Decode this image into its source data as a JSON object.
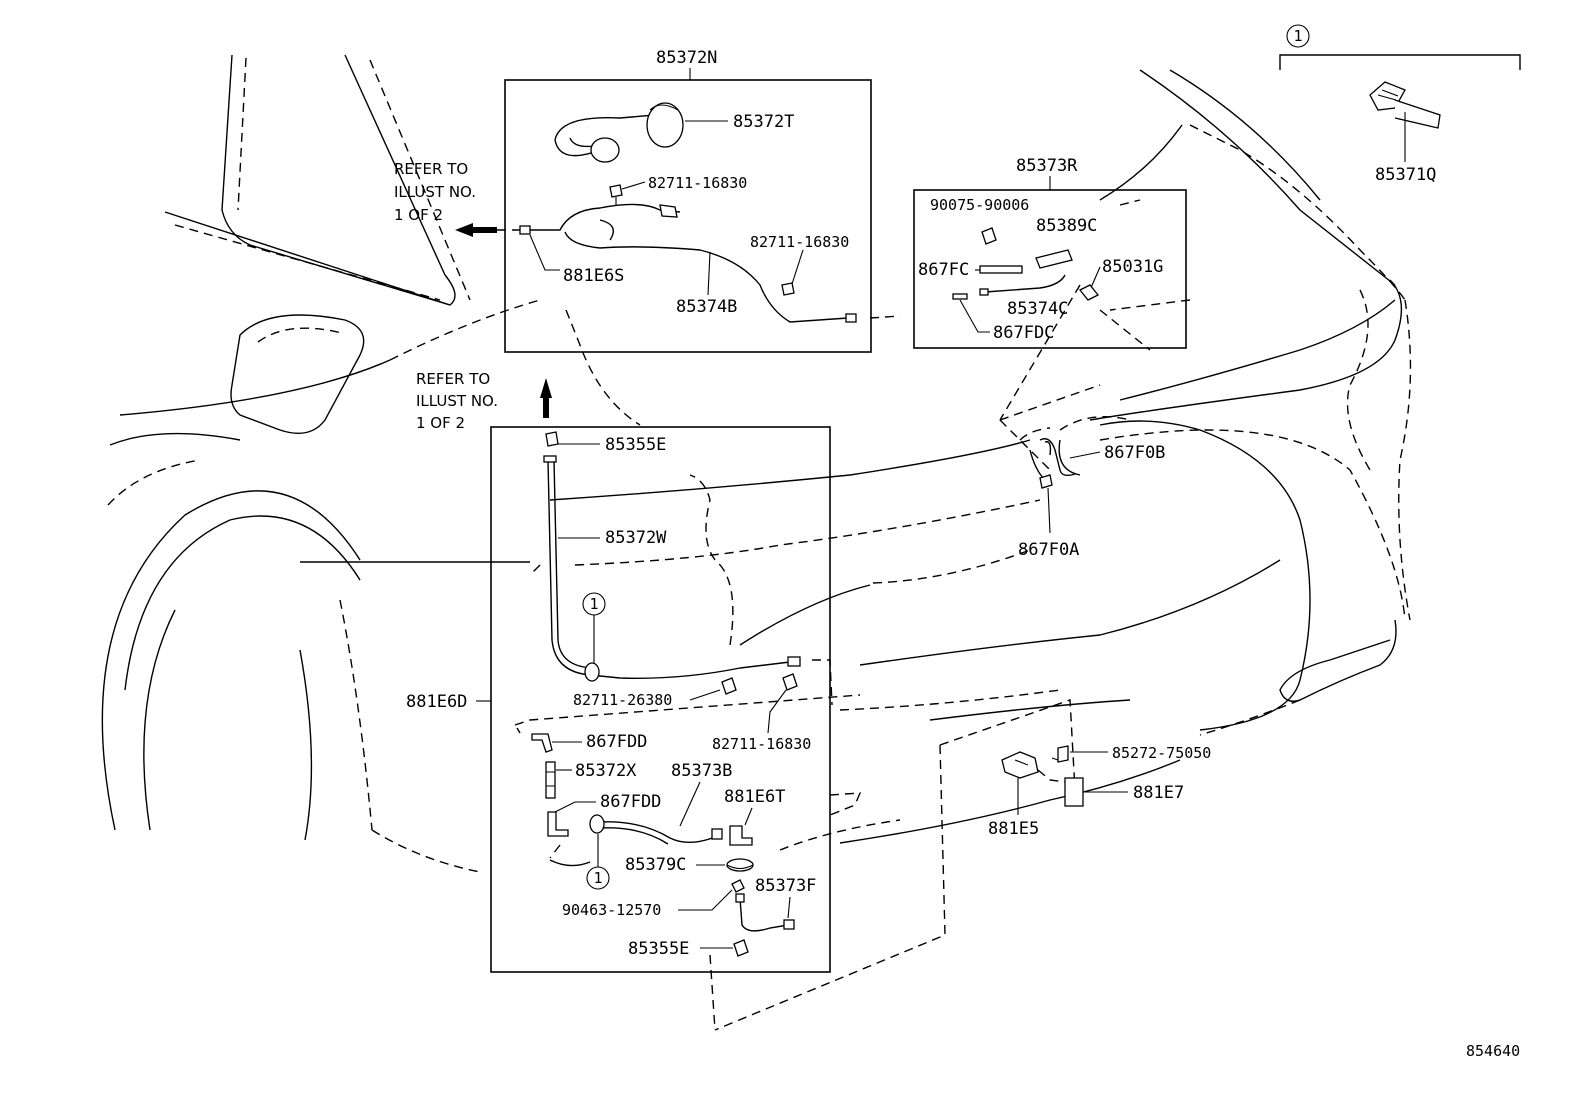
{
  "diagram": {
    "figure_number": "854640",
    "reference_notes": [
      {
        "lines": [
          "REFER TO",
          "ILLUST NO.",
          "1 OF 2"
        ]
      },
      {
        "lines": [
          "REFER TO",
          "ILLUST NO.",
          "1 OF 2"
        ]
      }
    ],
    "callout_marker": "1",
    "boxes": {
      "top_assembly": "85372N",
      "right_assembly": "85373R"
    },
    "parts": {
      "p85371Q": "85371Q",
      "p85372T": "85372T",
      "p82711_16830_a": "82711-16830",
      "p82711_16830_b": "82711-16830",
      "p881E6S": "881E6S",
      "p85374B": "85374B",
      "p90075_90006": "90075-90006",
      "p85389C": "85389C",
      "p867FC": "867FC",
      "p85031G": "85031G",
      "p85374C": "85374C",
      "p867FDC": "867FDC",
      "p867F0B": "867F0B",
      "p867F0A": "867F0A",
      "p85355E_a": "85355E",
      "p85372W": "85372W",
      "p881E6D": "881E6D",
      "p82711_26380": "82711-26380",
      "p82711_16830_c": "82711-16830",
      "p867FDD_a": "867FDD",
      "p85372X": "85372X",
      "p85373B": "85373B",
      "p867FDD_b": "867FDD",
      "p881E6T": "881E6T",
      "p85379C": "85379C",
      "p85373F": "85373F",
      "p90463_12570": "90463-12570",
      "p85355E_b": "85355E",
      "p85272_75050": "85272-75050",
      "p881E7": "881E7",
      "p881E5": "881E5"
    }
  }
}
